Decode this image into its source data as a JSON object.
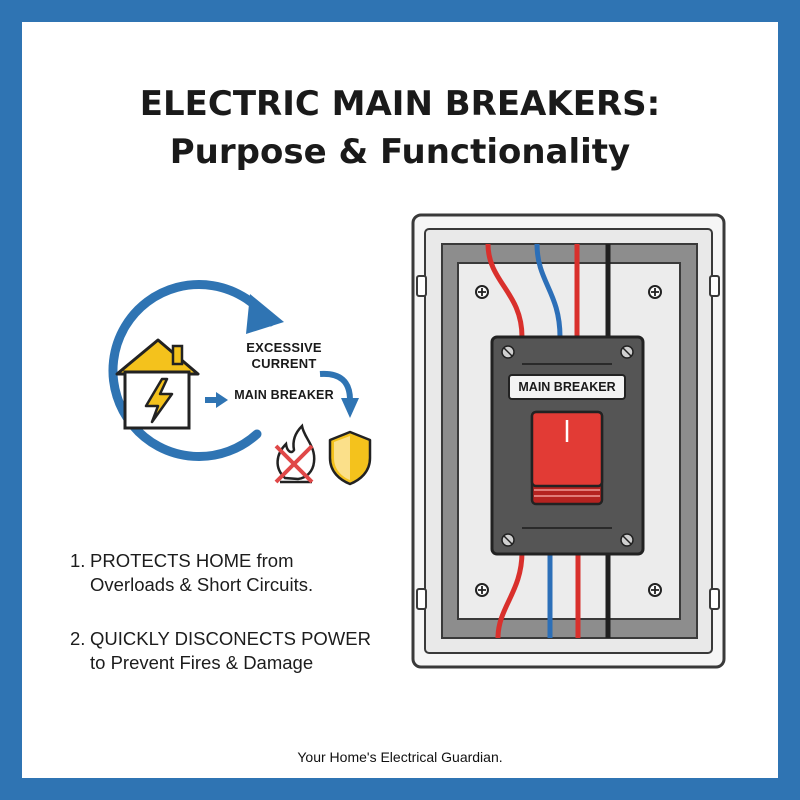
{
  "title": {
    "line1": "ELECTRIC MAIN BREAKERS:",
    "line2": "Purpose & Functionality"
  },
  "cycle": {
    "label_excessive_line1": "EXCESSIVE",
    "label_excessive_line2": "CURRENT",
    "label_main_breaker": "MAIN BREAKER",
    "icons": [
      "house-lightning-icon",
      "arrow-right-icon",
      "curved-arrow-down-icon",
      "no-fire-icon",
      "shield-icon"
    ]
  },
  "points": [
    {
      "num": "1.",
      "line1": "PROTECTS HOME from",
      "line2": "Overloads & Short Circuits."
    },
    {
      "num": "2.",
      "line1": "QUICKLY DISCONECTS POWER",
      "line2": "to Prevent Fires & Damage"
    }
  ],
  "panel": {
    "breaker_label": "MAIN BREAKER",
    "wire_colors": [
      "#d9302c",
      "#2c6fb8",
      "#d9302c",
      "#1f1f1f"
    ]
  },
  "footer": "Your Home's Electrical Guardian.",
  "colors": {
    "border": "#2f74b3",
    "accent_blue": "#2f74b3",
    "accent_yellow": "#f4c21c",
    "breaker_red": "#d9302c",
    "panel_gray": "#8a8a8a"
  }
}
